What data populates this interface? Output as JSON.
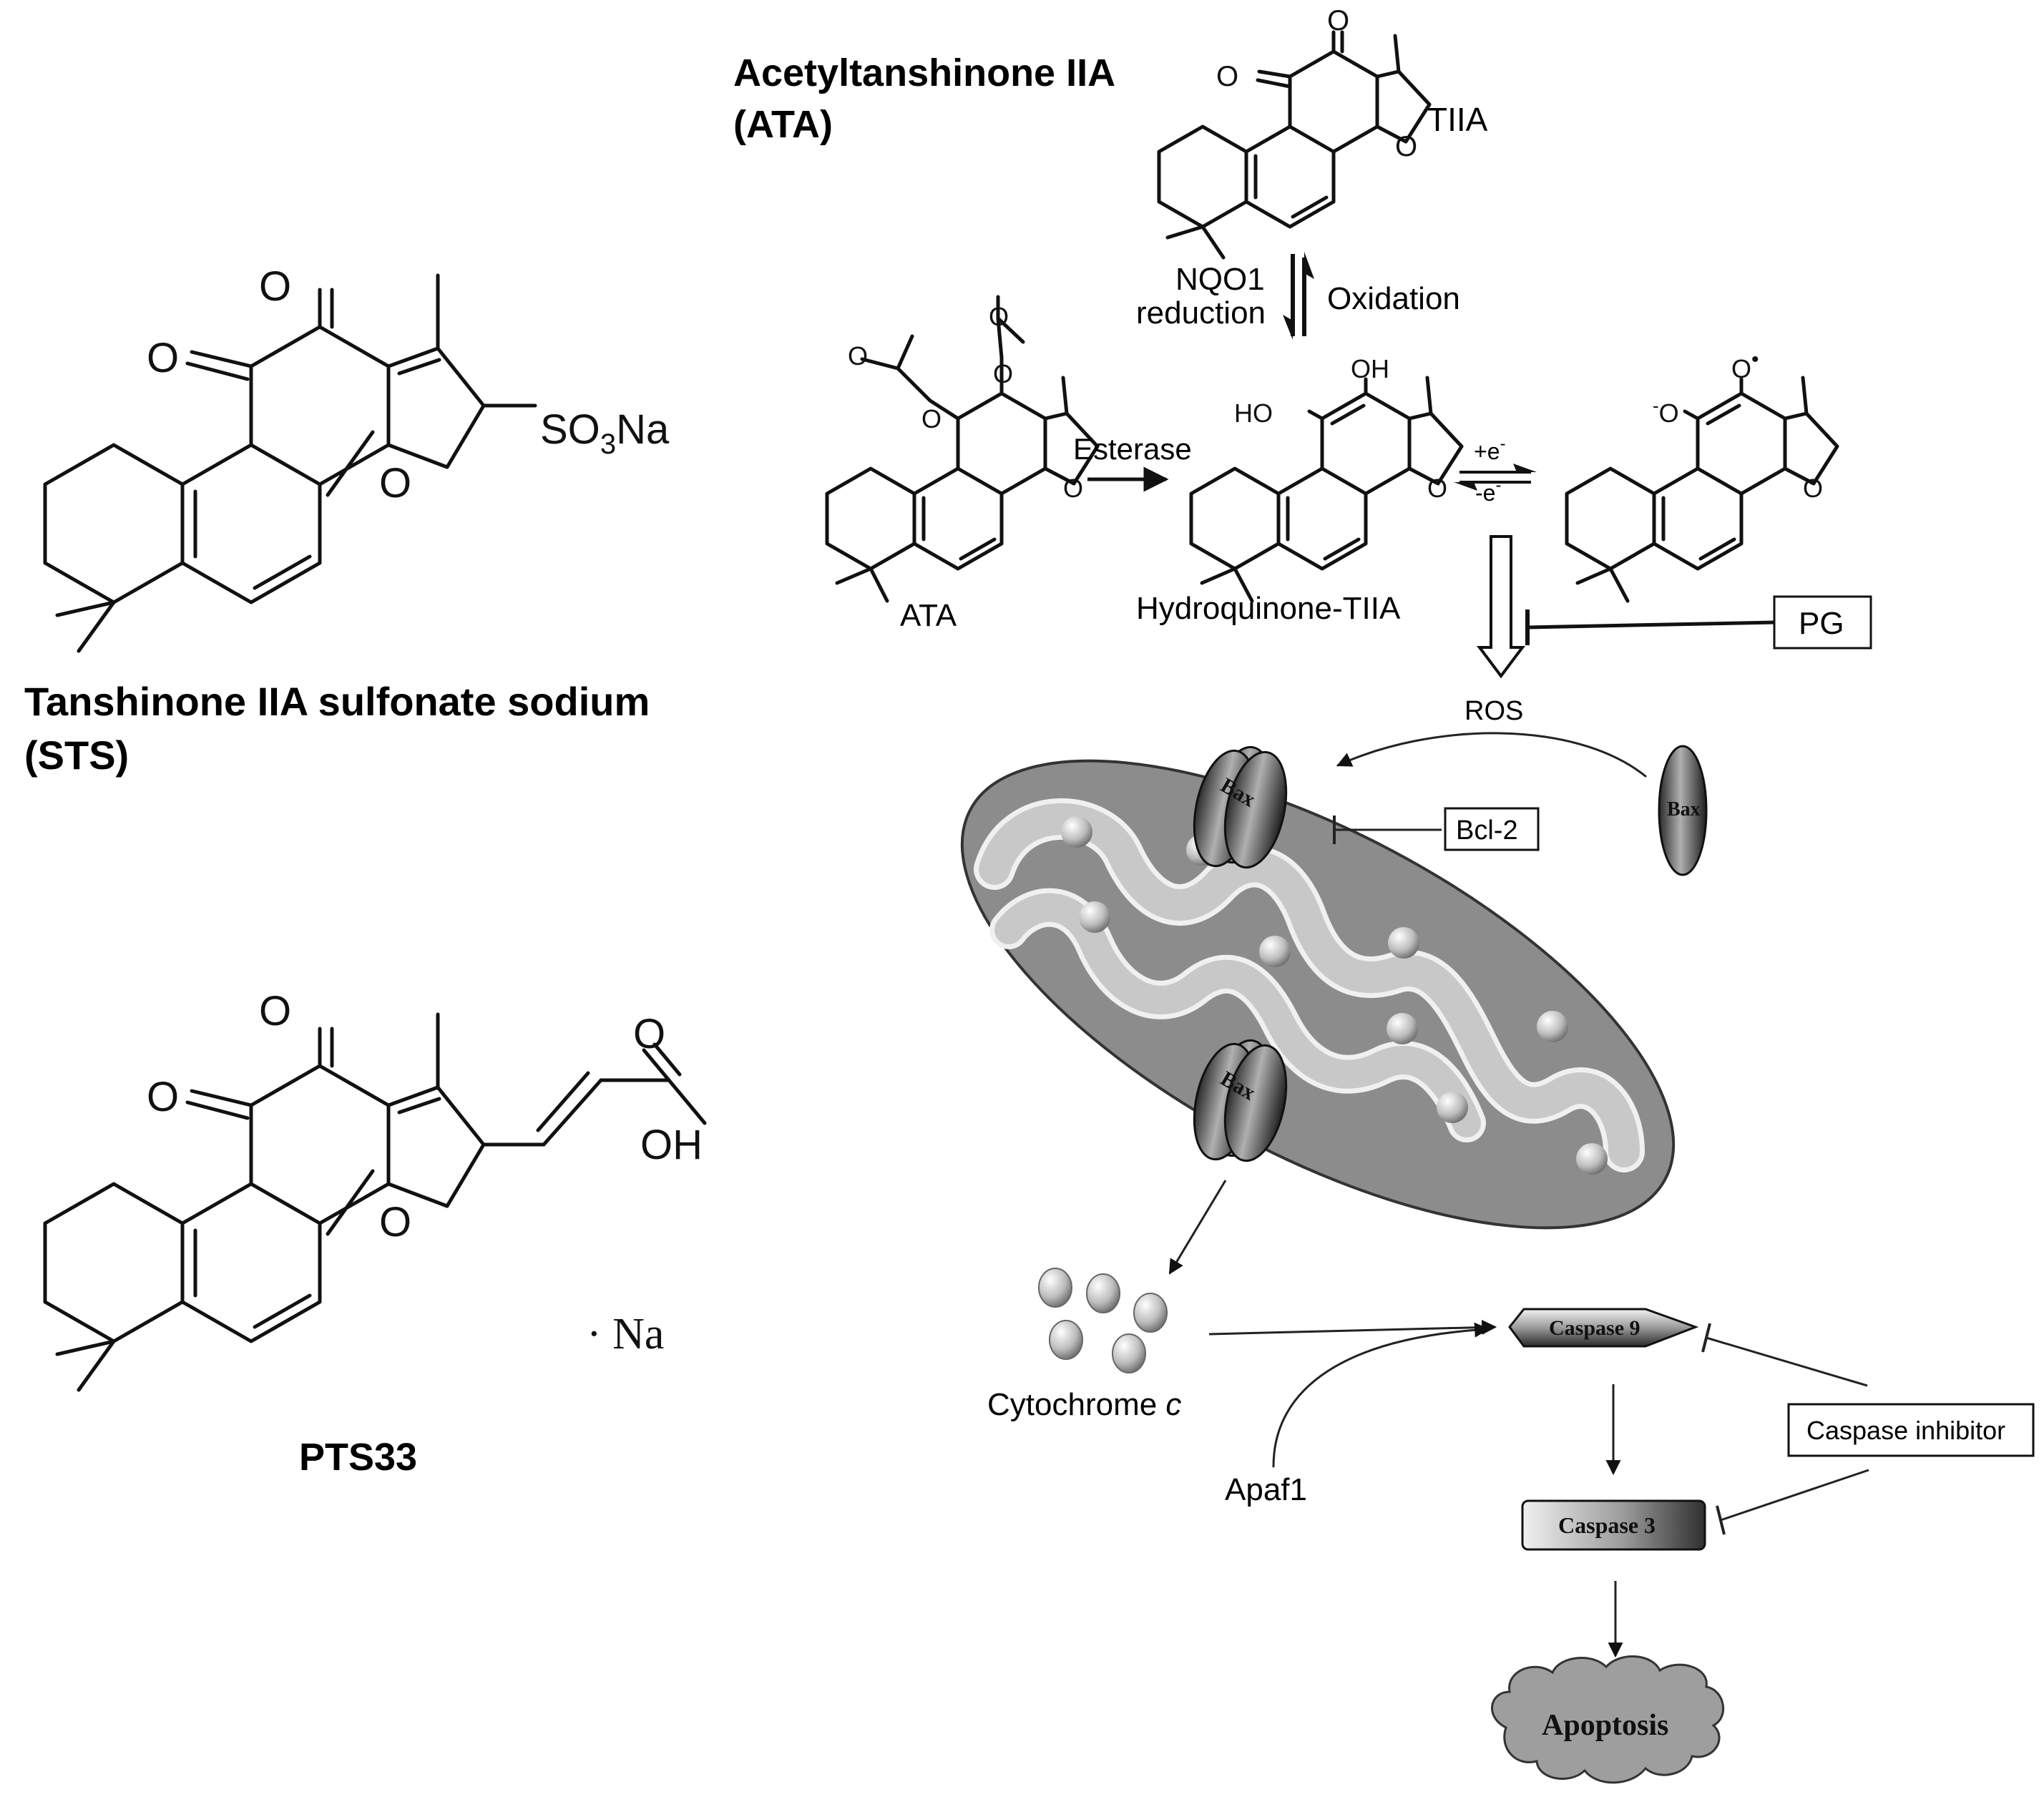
{
  "captions": {
    "ata_line1": "Acetyltanshinone IIA",
    "ata_line2": "(ATA)",
    "sts_line1": "Tanshinone IIA sulfonate sodium",
    "sts_line2": "(STS)",
    "pts": "PTS33"
  },
  "sts_structure": {
    "o1": "O",
    "o2": "O",
    "ring_o": "O",
    "substituent": "SO",
    "sub3": "3",
    "na": "Na"
  },
  "pts_structure": {
    "o1": "O",
    "o2": "O",
    "ring_o": "O",
    "acid_o": "O",
    "acid_oh": "OH",
    "salt": "· Na"
  },
  "tiia_structure": {
    "o1": "O",
    "o2": "O",
    "ring_o": "O",
    "name": "TIIA"
  },
  "ata_structure": {
    "ring_o": "O",
    "ester_o1": "O",
    "ester_o2": "O",
    "carbonyl1": "O",
    "carbonyl2": "O",
    "name": "ATA"
  },
  "hq_structure": {
    "ring_o": "O",
    "ho": "HO",
    "oh": "OH",
    "name": "Hydroquinone-TIIA"
  },
  "semiquinone_structure": {
    "ring_o": "O",
    "o_minus": "O",
    "radical_o": "O"
  },
  "labels": {
    "nqo1": "NQO1",
    "reduction": "reduction",
    "oxidation": "Oxidation",
    "esterase": "Esterase",
    "plus_e": "+e",
    "minus_e": "-e",
    "pg": "PG",
    "ros": "ROS",
    "bcl2": "Bcl-2",
    "bax": "Bax",
    "bax_complex": "Bax",
    "cytochrome": "Cytochrome ",
    "cytochrome_c": "c",
    "apaf1": "Apaf1",
    "caspase9": "Caspase 9",
    "caspase3": "Caspase 3",
    "caspase_inhibitor": "Caspase inhibitor",
    "apoptosis": "Apoptosis"
  }
}
